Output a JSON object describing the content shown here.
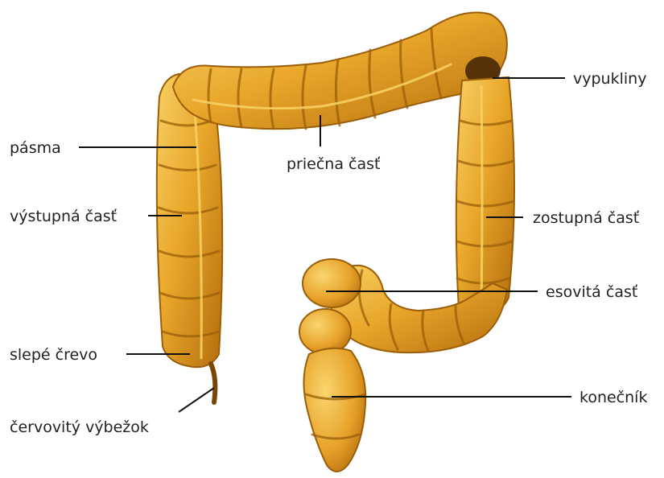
{
  "image": {
    "subject": "colon-illustration",
    "colors": {
      "organ_fill": "#e8a62a",
      "organ_dark": "#a86508",
      "organ_light": "#f8cf5c",
      "shadow": "#5a2f05",
      "lines": "#111111",
      "label_text": "#222222",
      "background": "#ffffff"
    }
  },
  "labels": {
    "vypukliny": "vypukliny",
    "pasma": "pásma",
    "priecna": "priečna časť",
    "vystupna": "výstupná časť",
    "zostupna": "zostupná časť",
    "esovita": "esovitá časť",
    "slepe": "slepé črevo",
    "konecnik": "konečník",
    "cervovity": "červovitý výbežok"
  }
}
